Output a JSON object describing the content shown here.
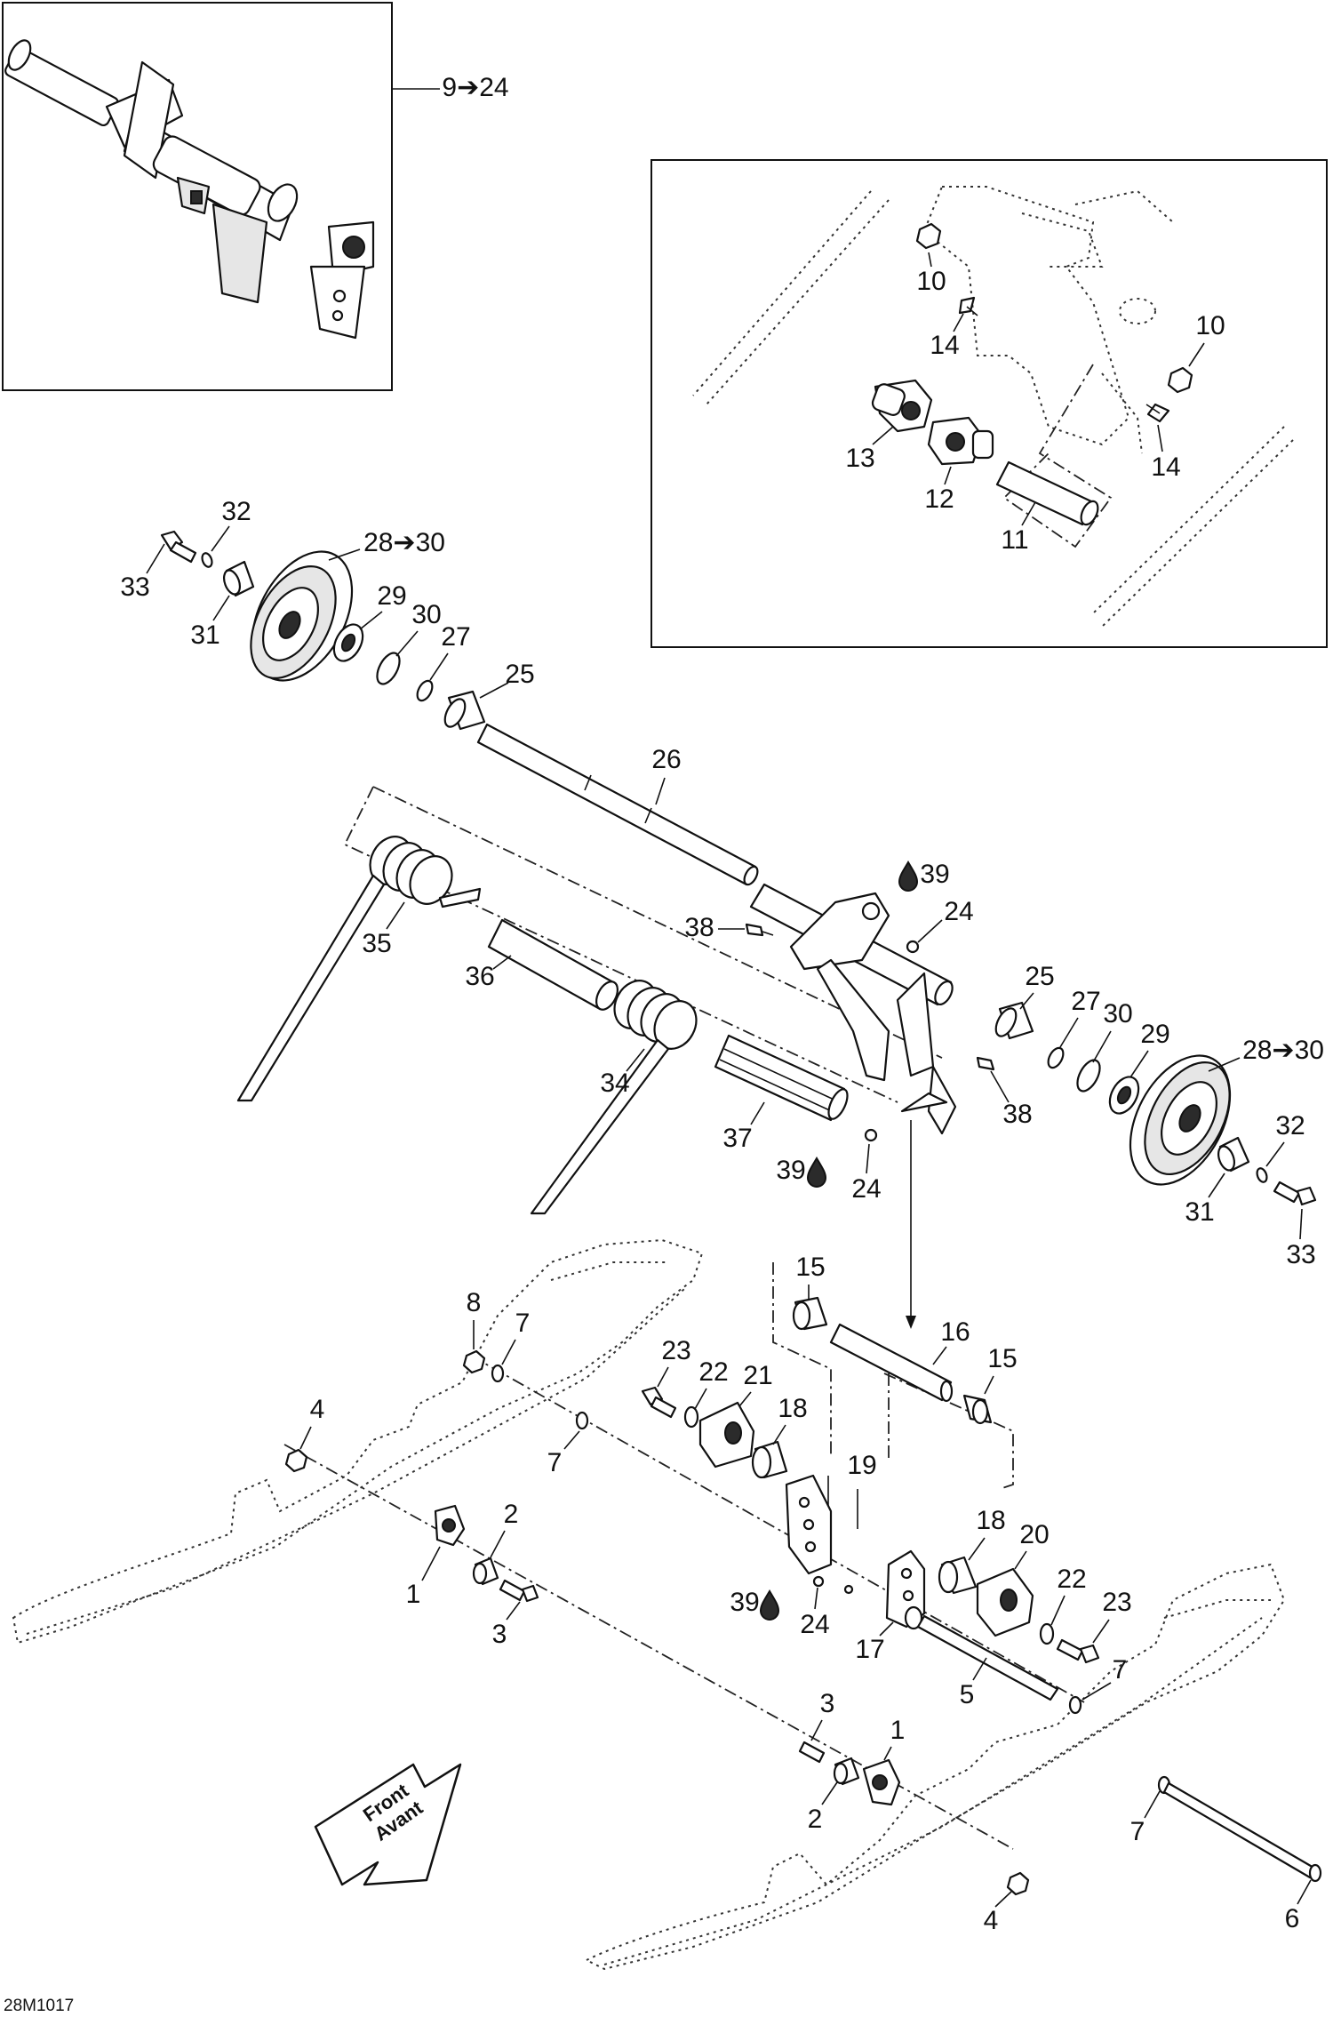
{
  "diagram_code": "28M1017",
  "front_arrow": {
    "line1": "Front",
    "line2": "Avant"
  },
  "inset_ref": "9➔24",
  "callouts": {
    "c_9_24": "9➔24",
    "c_10a": "10",
    "c_10b": "10",
    "c_14a": "14",
    "c_14b": "14",
    "c_13": "13",
    "c_12": "12",
    "c_11": "11",
    "c_32a": "32",
    "c_33a": "33",
    "c_31a": "31",
    "c_28a": "28➔30",
    "c_29a": "29",
    "c_30a": "30",
    "c_27a": "27",
    "c_25a": "25",
    "c_26": "26",
    "c_39a": "39",
    "c_24a": "24",
    "c_38a": "38",
    "c_35": "35",
    "c_36": "36",
    "c_25b": "25",
    "c_27b": "27",
    "c_30b": "30",
    "c_29b": "29",
    "c_28b": "28➔30",
    "c_34": "34",
    "c_37": "37",
    "c_38b": "38",
    "c_39b": "39",
    "c_24b": "24",
    "c_32b": "32",
    "c_31b": "31",
    "c_33b": "33",
    "c_15a": "15",
    "c_16": "16",
    "c_15b": "15",
    "c_8": "8",
    "c_7a": "7",
    "c_23a": "23",
    "c_22a": "22",
    "c_21": "21",
    "c_18a": "18",
    "c_4a": "4",
    "c_7b": "7",
    "c_19": "19",
    "c_2a": "2",
    "c_1a": "1",
    "c_3a": "3",
    "c_18b": "18",
    "c_20": "20",
    "c_22b": "22",
    "c_23b": "23",
    "c_39c": "39",
    "c_24c": "24",
    "c_17": "17",
    "c_5": "5",
    "c_7c": "7",
    "c_3b": "3",
    "c_1b": "1",
    "c_2b": "2",
    "c_7d": "7",
    "c_6": "6",
    "c_4b": "4"
  }
}
